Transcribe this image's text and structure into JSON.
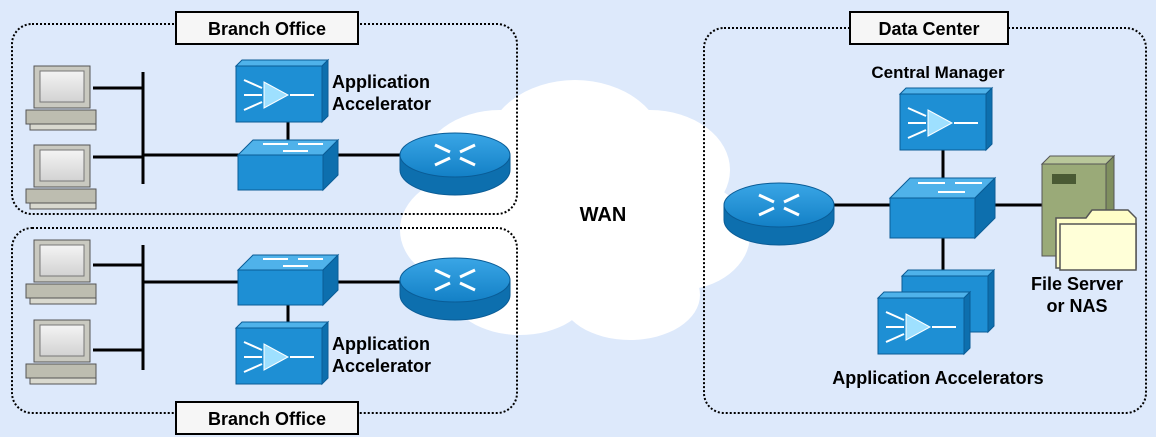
{
  "diagram": {
    "wan_label": "WAN",
    "branch_top": {
      "title": "Branch Office",
      "accelerator_label_line1": "Application",
      "accelerator_label_line2": "Accelerator"
    },
    "branch_bottom": {
      "title": "Branch Office",
      "accelerator_label_line1": "Application",
      "accelerator_label_line2": "Accelerator"
    },
    "datacenter": {
      "title": "Data Center",
      "central_manager_label": "Central Manager",
      "file_server_label_line1": "File Server",
      "file_server_label_line2": "or NAS",
      "accelerators_label": "Application Accelerators"
    }
  },
  "colors": {
    "background": "#dde9fb",
    "cloud": "#ffffff",
    "device_blue": "#1e8fd4",
    "device_dark": "#0a5c96",
    "link": "#000000"
  }
}
